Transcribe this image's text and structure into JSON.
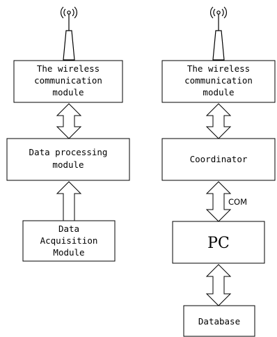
{
  "diagram": {
    "left_column": {
      "wireless": [
        "The wireless",
        "communication",
        "module"
      ],
      "processing": [
        "Data processing",
        "module"
      ],
      "acquisition": [
        "Data",
        "Acquisition",
        "Module"
      ]
    },
    "right_column": {
      "wireless": [
        "The wireless",
        "communication",
        "module"
      ],
      "coordinator": "Coordinator",
      "com_label": "COM",
      "pc": "PC",
      "database": "Database"
    }
  }
}
